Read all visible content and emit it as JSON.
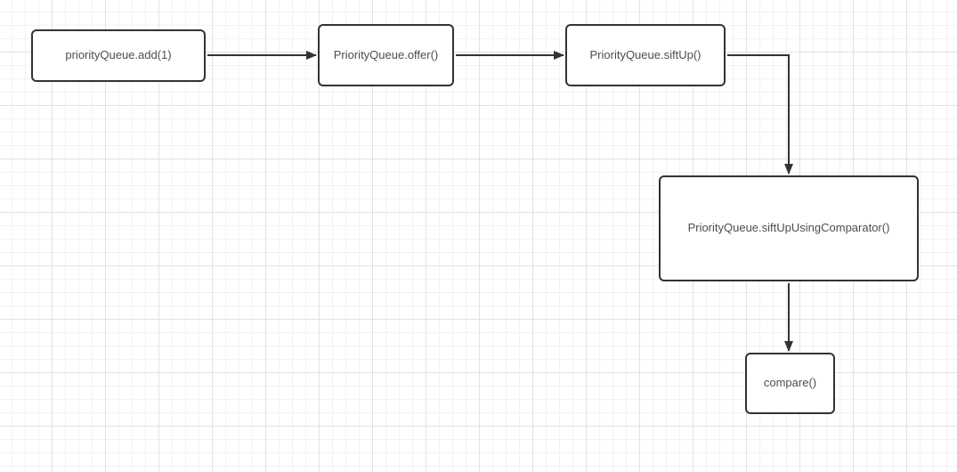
{
  "diagram": {
    "type": "flowchart",
    "nodes": [
      {
        "id": "add",
        "label": "priorityQueue.add(1)"
      },
      {
        "id": "offer",
        "label": "PriorityQueue.offer()"
      },
      {
        "id": "siftup",
        "label": "PriorityQueue.siftUp()"
      },
      {
        "id": "comparator",
        "label": "PriorityQueue.siftUpUsingComparator()"
      },
      {
        "id": "compare",
        "label": "compare()"
      }
    ],
    "edges": [
      {
        "from": "add",
        "to": "offer",
        "style": "straight-right-arrow"
      },
      {
        "from": "offer",
        "to": "siftup",
        "style": "straight-right-arrow"
      },
      {
        "from": "siftup",
        "to": "comparator",
        "style": "orthogonal-right-then-down-arrow"
      },
      {
        "from": "comparator",
        "to": "compare",
        "style": "straight-down-arrow"
      }
    ]
  },
  "colors": {
    "canvas_background": "#ffffff",
    "grid_minor_line": "#f2f2f2",
    "grid_major_line": "#e2e2e2",
    "node_border": "#333333",
    "node_fill": "#ffffff",
    "node_text": "#4d4d4d",
    "edge_stroke": "#333333"
  }
}
